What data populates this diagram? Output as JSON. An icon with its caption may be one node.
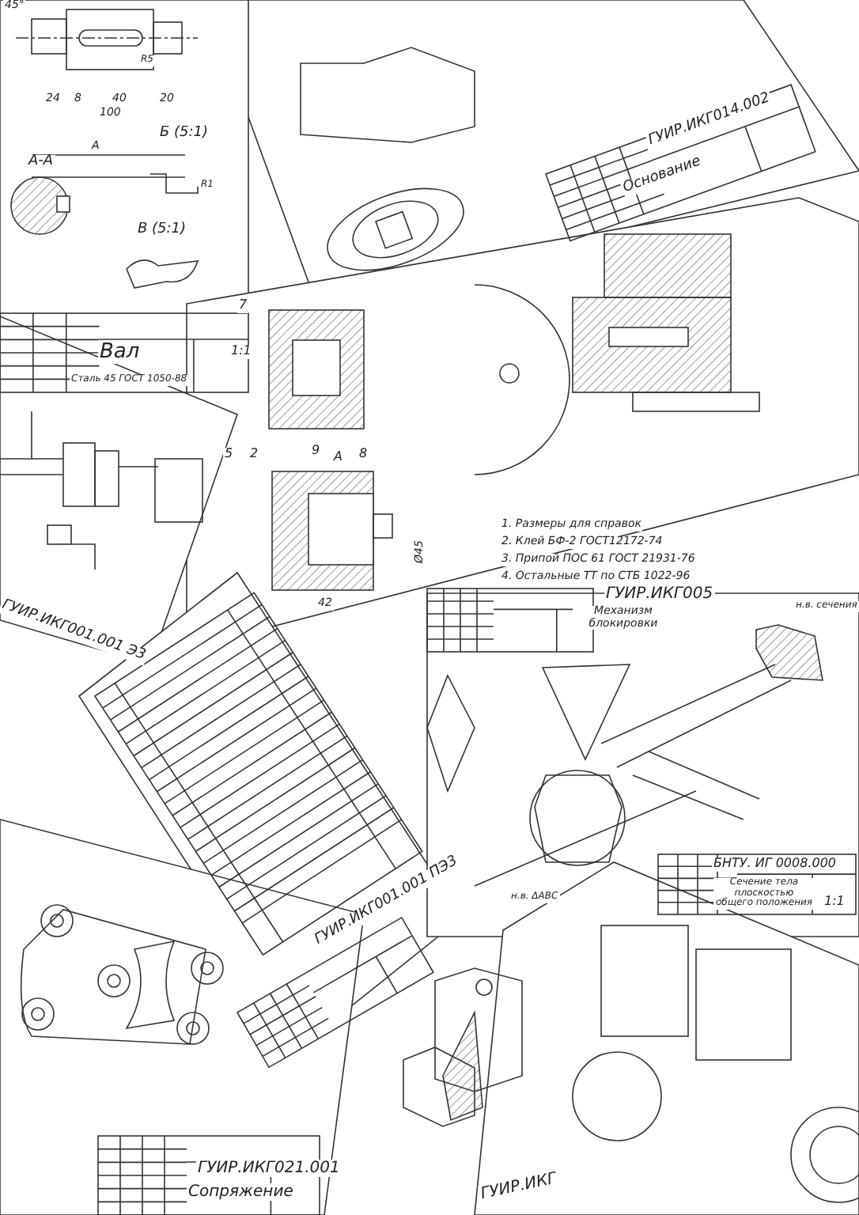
{
  "diagram": {
    "labels": [
      "45°",
      "24",
      "8",
      "40",
      "20",
      "100",
      "R5",
      "А",
      "А-А",
      "Б (5:1)",
      "В (5:1)",
      "R1",
      "Вал",
      "Сталь 45 ГОСТ 1050-88",
      "1:1",
      "ГУИР.ИКГ014.002",
      "Основание",
      "7",
      "5",
      "2",
      "9",
      "А",
      "8",
      "42",
      "Ø45",
      "1. Размеры для справок",
      "2. Клей БФ-2 ГОСТ12172-74",
      "3. Припой ПОС 61 ГОСТ 21931-76",
      "4. Остальные ТТ по СТБ 1022-96",
      "ГУИР.ИКГ001.001 Э3",
      "ГУИР.ИКГ005",
      "Механизм блокировки",
      "н.в. сечения",
      "ГУИР.ИКГ001.001 ПЭ3",
      "н.в. ΔАВС",
      "БНТУ. ИГ 0008.000",
      "Сечение тела плоскостью общего положения",
      "1:1",
      "ГУИР.ИКГ021.001",
      "Сопряжение",
      "ГУИР.ИКГ"
    ]
  }
}
